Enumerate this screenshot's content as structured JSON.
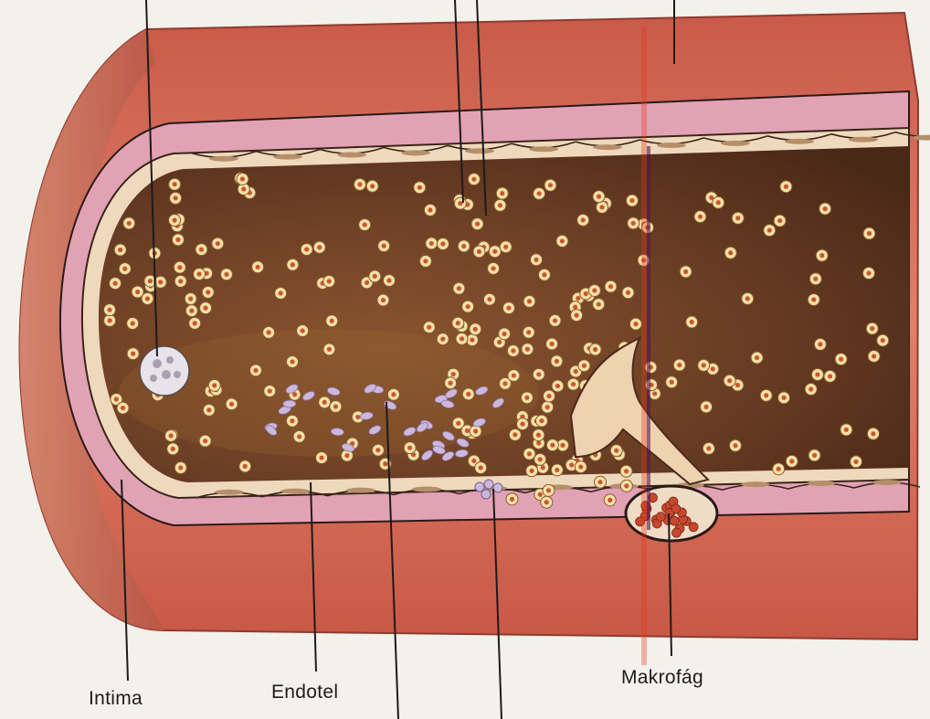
{
  "labels": {
    "intima": "Intima",
    "endotel": "Endotel",
    "makrofag": "Makrofág"
  },
  "colors": {
    "paper": "#f3f1ec",
    "outer_wall": "#d9715e",
    "intima_band": "#e2a2b6",
    "endothelium": "#efd9bd",
    "lumen": "#5b3420",
    "lumen_light": "#8a5530",
    "cell_fill": "#f3e0a8",
    "cell_core": "#c9552e",
    "platelet": "#cdb8dd",
    "leader_line": "#1e1b1a",
    "scan_streak": "#e23a1c"
  },
  "icons": {
    "white_cell": "white-blood-cell-icon",
    "macrophage": "macrophage-icon",
    "lesion": "endothelial-lesion-icon"
  }
}
